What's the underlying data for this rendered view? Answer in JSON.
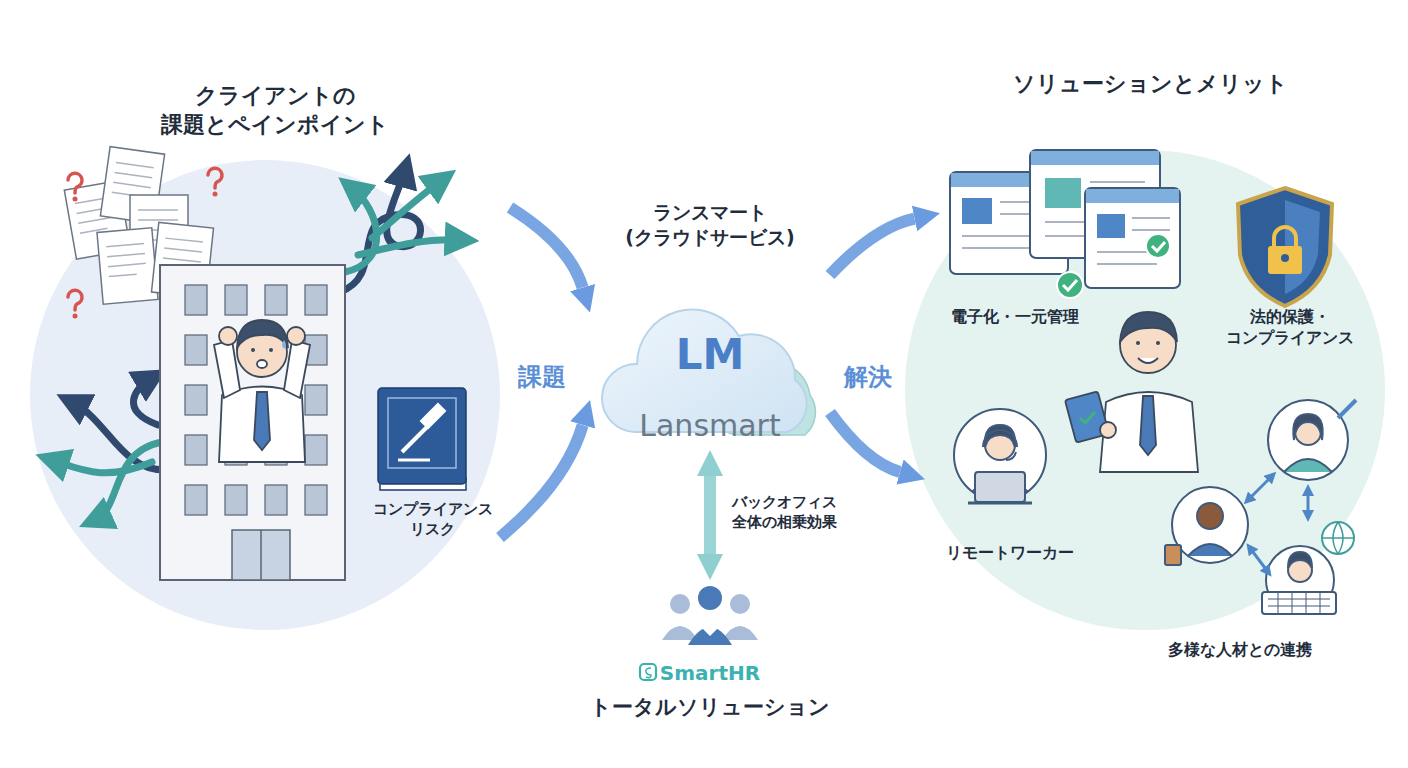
{
  "diagram": {
    "nodes": [
      {
        "text": [
          "クライアントの 課題とペインポイント"
        ]
      },
      {
        "text": [
          "コンプライアンス リスク"
        ],
        "in": 0
      },
      {
        "text": [
          "ランスマート (クラウドサービス)",
          "LM",
          "Lansmart"
        ]
      },
      {
        "text": [
          "SmartHR",
          "トータルソリューション"
        ]
      },
      {
        "text": [
          "ソリューションとメリット"
        ]
      },
      {
        "text": [
          "電子化・一元管理"
        ],
        "in": 4
      },
      {
        "text": [
          "法的保護・ コンプライアンス"
        ],
        "in": 4
      },
      {
        "text": [
          "リモートワーカー"
        ],
        "in": 4
      },
      {
        "text": [
          "多様な人材との連携"
        ],
        "in": 4
      }
    ],
    "edges": [
      {
        "from": 0,
        "to": 2,
        "arrow": "to"
      },
      {
        "from": 1,
        "to": 2,
        "arrow": "to"
      },
      {
        "from": 2,
        "to": 3,
        "label": "バックオフィス 全体の相乗効果",
        "arrow": "both"
      },
      {
        "from": 2,
        "to": 5,
        "arrow": "to"
      },
      {
        "from": 2,
        "to": 7,
        "arrow": "to"
      }
    ],
    "labels": [
      "課題",
      "解決"
    ]
  }
}
